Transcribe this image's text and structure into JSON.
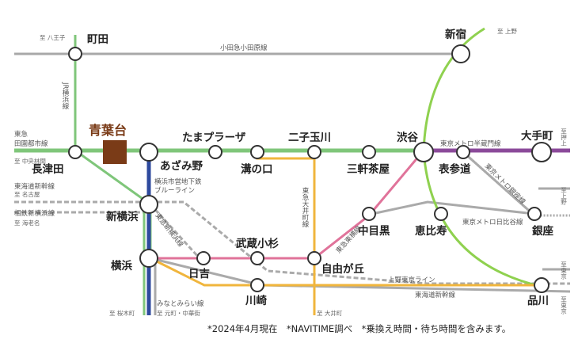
{
  "stations": {
    "aobadai": "青葉台",
    "machida": "町田",
    "nagatsuta": "長津田",
    "azamino": "あざみ野",
    "tama_plaza": "たまプラーザ",
    "mizonokuchi": "溝の口",
    "futakotamagawa": "二子玉川",
    "sangenjaya": "三軒茶屋",
    "shibuya": "渋谷",
    "shinjuku": "新宿",
    "otemachi": "大手町",
    "omotesando": "表参道",
    "shin_yokohama": "新横浜",
    "yokohama": "横浜",
    "hiyoshi": "日吉",
    "musashikosugi": "武蔵小杉",
    "kawasaki": "川崎",
    "jiyugaoka": "自由が丘",
    "nakameguro": "中目黒",
    "ebisu": "恵比寿",
    "ginza": "銀座",
    "shinagawa": "品川"
  },
  "lines": {
    "odakyu": "小田急小田原線",
    "jr_yokohama": "JR横浜線",
    "denentoshi": "東急田園都市線",
    "hanzomon": "東京メトロ半蔵門線",
    "blue_line": "横浜市営地下鉄ブルーライン",
    "oimachi": "東急大井町線",
    "toyoko": "東急東横線",
    "shin_yokohama_line": "東急新横浜線",
    "ginza_line": "東京メトロ銀座線",
    "hibiya_line": "東京メトロ日比谷線",
    "ueno_tokyo": "上野東京ライン",
    "tokaido_shinkansen": "東海道新幹線",
    "sotetsu": "相鉄新横浜線",
    "minatomirai": "みなとみらい線"
  },
  "destinations": {
    "hachioji": "至 八王子",
    "chuo_rinkan": "至 中央林間",
    "ueno_top": "至 上野",
    "oshiage": "至 押上",
    "nagoya": "至 名古屋",
    "ebina": "至 海老名",
    "sakuragicho": "至 桜木町",
    "motomachi": "至 元町・中華街",
    "oimachi": "至 大井町",
    "ueno_right": "至 上野",
    "tokyo_1": "至 東京",
    "tokyo_2": "至 東京"
  },
  "footnote": "*2024年4月現在　*NAVITIME調べ　*乗換え時間・待ち時間を含みます。",
  "colors": {
    "denentoshi": "#7fc67a",
    "jr_yokohama": "#7fc67a",
    "yamanote": "#8fd14f",
    "odakyu": "#a8a8a8",
    "hanzomon": "#8b4a9a",
    "blue_line": "#2e4a9e",
    "oimachi": "#f0b53c",
    "toyoko": "#e0739a",
    "gray": "#aaaaaa",
    "hub": "#7a3b17"
  }
}
